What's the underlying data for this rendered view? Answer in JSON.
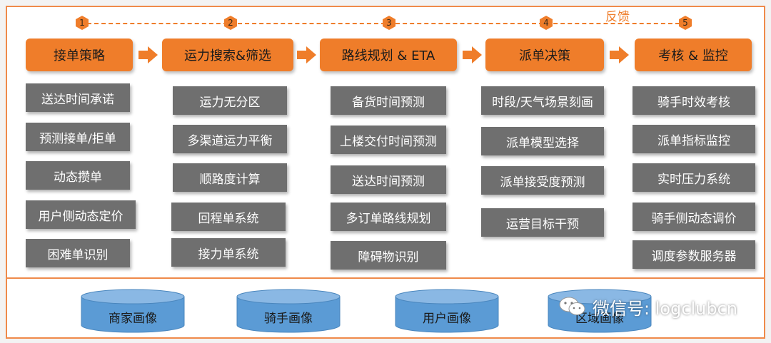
{
  "feedback": {
    "label": "反馈"
  },
  "stages": [
    {
      "number": "1",
      "label": "接单策略"
    },
    {
      "number": "2",
      "label": "运力搜索&筛选"
    },
    {
      "number": "3",
      "label": "路线规划 & ETA"
    },
    {
      "number": "4",
      "label": "派单决策"
    },
    {
      "number": "5",
      "label": "考核 & 监控"
    }
  ],
  "columns": [
    {
      "items": [
        "送达时间承诺",
        "预测接单/拒单",
        "动态攒单",
        "用户侧动态定价",
        "困难单识别"
      ]
    },
    {
      "items": [
        "运力无分区",
        "多渠道运力平衡",
        "顺路度计算",
        "回程单系统",
        "接力单系统"
      ]
    },
    {
      "items": [
        "备货时间预测",
        "上楼交付时间预测",
        "送达时间预测",
        "多订单路线规划",
        "障碍物识别"
      ]
    },
    {
      "items": [
        "时段/天气场景刻画",
        "派单模型选择",
        "派单接受度预测",
        "运营目标干预"
      ]
    },
    {
      "items": [
        "骑手时效考核",
        "派单指标监控",
        "实时压力系统",
        "骑手侧动态调价",
        "调度参数服务器"
      ]
    }
  ],
  "profiles": [
    "商家画像",
    "骑手画像",
    "用户画像",
    "区域画像"
  ],
  "watermark": {
    "text": "微信号: logclubcn",
    "icon": "wechat-icon"
  },
  "colors": {
    "accent": "#ef7d2a",
    "item_bg": "#6f6f6f",
    "cylinder": "#5b9bd5"
  }
}
